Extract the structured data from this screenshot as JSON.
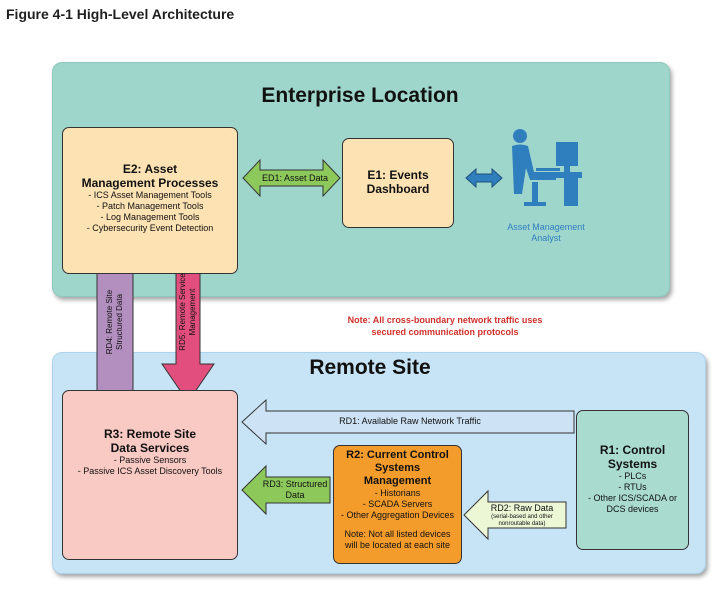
{
  "figure_title": "Figure 4-1 High-Level Architecture",
  "enterprise": {
    "title": "Enterprise Location",
    "e2": {
      "title": "E2: Asset\nManagement Processes",
      "items": [
        "- ICS Asset Management Tools",
        "- Patch Management Tools",
        "- Log Management Tools",
        "- Cybersecurity Event Detection"
      ]
    },
    "e1": {
      "title": "E1: Events\nDashboard"
    },
    "ed1_label": "ED1: Asset Data",
    "analyst_label": "Asset Management\nAnalyst",
    "analyst_icon": "analyst-workstation-icon"
  },
  "note_boundary": "Note: All cross-boundary network traffic uses\nsecured communication protocols",
  "remote": {
    "title": "Remote Site",
    "r3": {
      "title": "R3: Remote Site\nData Services",
      "items": [
        "- Passive Sensors",
        "- Passive ICS Asset Discovery Tools"
      ]
    },
    "r2": {
      "title": "R2: Current Control\nSystems\nManagement",
      "items": [
        "- Historians",
        "- SCADA Servers",
        "- Other Aggregation Devices"
      ],
      "note": "Note: Not all listed devices\nwill be located at each site"
    },
    "r1": {
      "title": "R1: Control\nSystems",
      "items": [
        "- PLCs",
        "- RTUs",
        "- Other ICS/SCADA or\nDCS devices"
      ]
    },
    "rd1_label": "RD1: Available Raw Network Traffic",
    "rd2_label": "RD2: Raw Data",
    "rd2_sublabel": "(serial-based and other\nnonroutable data)",
    "rd3_label": "RD3: Structured\nData",
    "rd4_label": "RD4: Remote Site\nStructured Data",
    "rd5_label": "RD5: Remote Service\nManagement"
  },
  "colors": {
    "enterprise_bg": "#9fd6cc",
    "remote_bg": "#c7e4f6",
    "process_box": "#fde3b4",
    "r3_box": "#f9c9c4",
    "r2_box": "#f39b2b",
    "r1_box": "#aadbcf",
    "ed1_arrow": "#8dc85b",
    "rd4_arrow": "#b38fbf",
    "rd5_arrow": "#e24f7e",
    "rd1_arrow": "#cde3f5",
    "note_red": "#d0302a",
    "analyst_blue": "#2f7fbf"
  }
}
